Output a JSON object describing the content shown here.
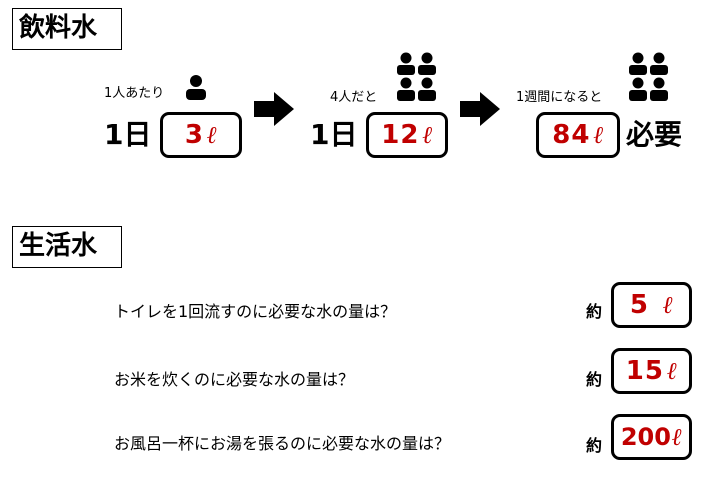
{
  "colors": {
    "value": "#c00000",
    "text": "#000000"
  },
  "drinking": {
    "title": "飲料水",
    "steps": [
      {
        "caption": "1人あたり",
        "icon": "person-icon",
        "prefix": "1日",
        "value": "3",
        "unit": "ℓ",
        "suffix": ""
      },
      {
        "caption": "4人だと",
        "icon": "family-icon",
        "prefix": "1日",
        "value": "12",
        "unit": "ℓ",
        "suffix": ""
      },
      {
        "caption": "1週間になると",
        "icon": "family-icon",
        "prefix": "",
        "value": "84",
        "unit": "ℓ",
        "suffix": "必要"
      }
    ]
  },
  "living": {
    "title": "生活水",
    "about": "約",
    "items": [
      {
        "question": "トイレを1回流すのに必要な水の量は？",
        "value": "5",
        "unit": "ℓ"
      },
      {
        "question": "お米を炊くのに必要な水の量は？",
        "value": "15",
        "unit": "ℓ"
      },
      {
        "question": "お風呂一杯にお湯を張るのに必要な水の量は？",
        "value": "200",
        "unit": "ℓ"
      }
    ]
  }
}
